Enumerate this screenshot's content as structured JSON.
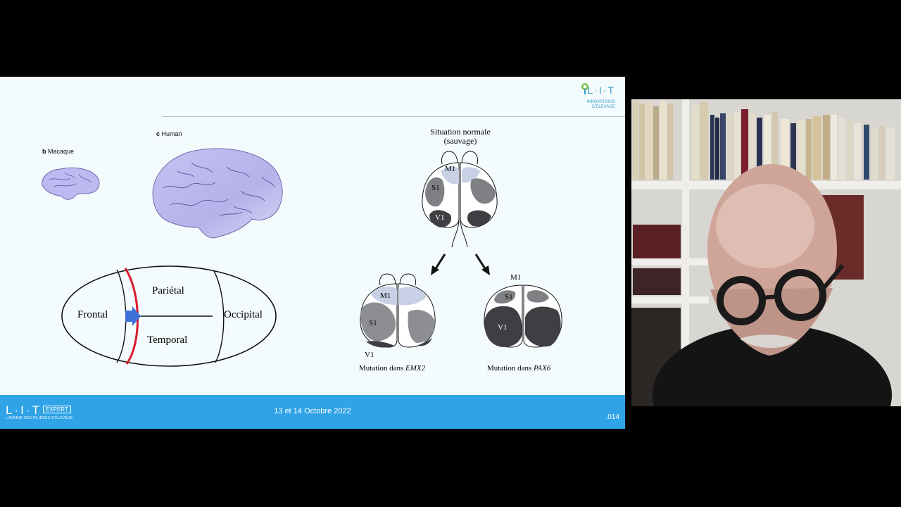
{
  "slide": {
    "top_logo": {
      "mark": "L·I·T",
      "sub_line1": "INNOVATIONS",
      "sub_line2": "D'ÉLEVAGE"
    },
    "macaque_label": {
      "letter": "b",
      "text": "Macaque"
    },
    "human_label": {
      "letter": "c",
      "text": "Human"
    },
    "lobes": {
      "frontal": "Frontal",
      "parietal": "Pariétal",
      "temporal": "Temporal",
      "occipital": "Occipital"
    },
    "normal": {
      "title_line1": "Situation normale",
      "title_line2": "(sauvage)",
      "m1": "M1",
      "s1": "S1",
      "v1": "V1"
    },
    "emx2": {
      "m1": "M1",
      "s1": "S1",
      "v1": "V1",
      "caption_prefix": "Mutation dans ",
      "caption_gene": "EMX2"
    },
    "pax6": {
      "m1": "M1",
      "s1": "S1",
      "v1": "V1",
      "caption_prefix": "Mutation dans ",
      "caption_gene": "PAX6"
    }
  },
  "footer": {
    "logo_mark": "L·I·T",
    "logo_box": "EXPERT",
    "logo_tagline": "L'AVENIR DES FILIÈRES D'ÉLEVAGE",
    "date": "13 et 14 Octobre 2022",
    "page_number": ".014"
  },
  "colors": {
    "footer_bg": "#2fa3e6",
    "slide_bg": "#f3fbfd",
    "red_line": "#d81b2a",
    "arrow_blue": "#3d6fd8",
    "brain_fill": "#b9b7ee"
  }
}
